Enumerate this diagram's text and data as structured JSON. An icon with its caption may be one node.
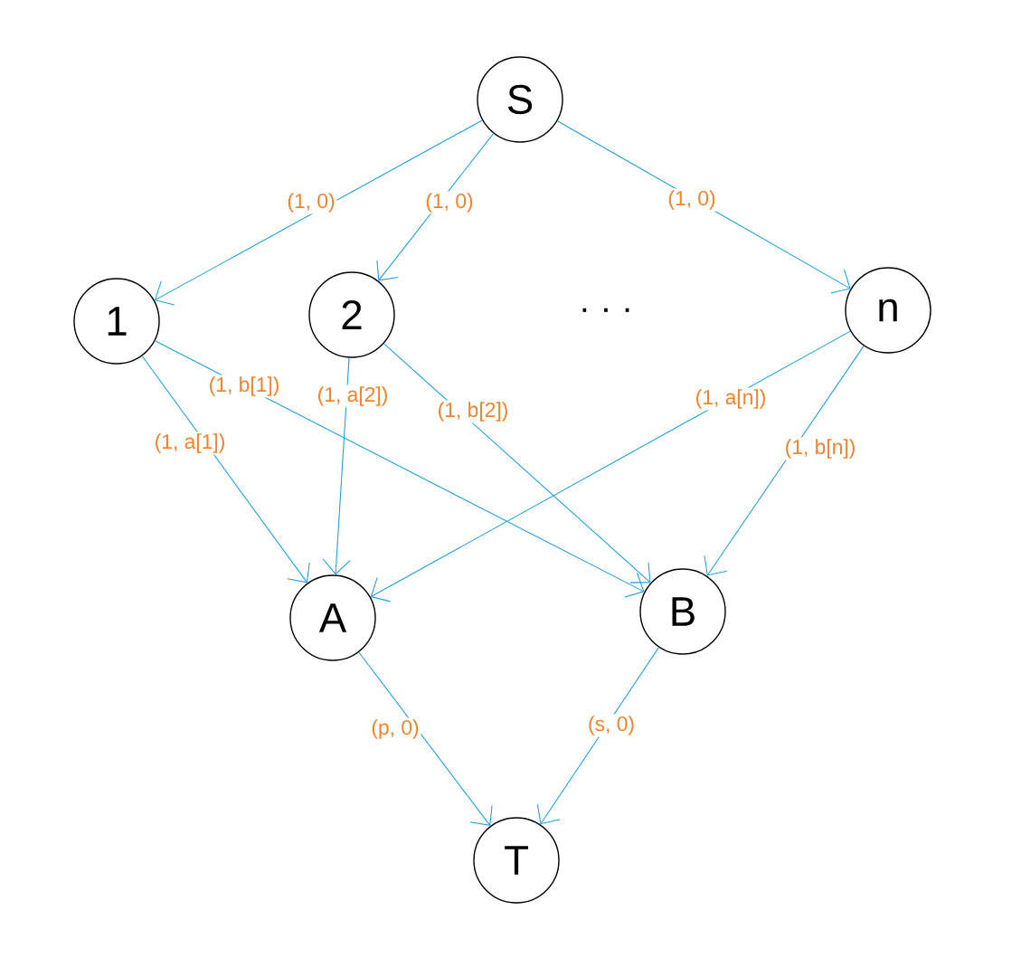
{
  "diagram": {
    "nodes": [
      {
        "text": [
          "S"
        ]
      },
      {
        "text": [
          "1"
        ]
      },
      {
        "text": [
          "2"
        ]
      },
      {
        "text": [
          "n"
        ]
      },
      {
        "text": [
          "A"
        ]
      },
      {
        "text": [
          "B"
        ]
      },
      {
        "text": [
          "T"
        ]
      }
    ],
    "edges": [
      {
        "from": 0,
        "to": 1,
        "arrow": "to",
        "label": "(1, 0)"
      },
      {
        "from": 0,
        "to": 2,
        "arrow": "to",
        "label": "(1, 0)"
      },
      {
        "from": 0,
        "to": 3,
        "arrow": "to",
        "label": "(1, 0)"
      },
      {
        "from": 1,
        "to": 4,
        "arrow": "to",
        "label": "(1, a[1])"
      },
      {
        "from": 1,
        "to": 5,
        "arrow": "to",
        "label": "(1, b[1])"
      },
      {
        "from": 2,
        "to": 4,
        "arrow": "to",
        "label": "(1, a[2])"
      },
      {
        "from": 2,
        "to": 5,
        "arrow": "to",
        "label": "(1, b[2])"
      },
      {
        "from": 3,
        "to": 4,
        "arrow": "to",
        "label": "(1, a[n])"
      },
      {
        "from": 3,
        "to": 5,
        "arrow": "to",
        "label": "(1, b[n])"
      },
      {
        "from": 4,
        "to": 6,
        "arrow": "to",
        "label": "(p, 0)"
      },
      {
        "from": 5,
        "to": 6,
        "arrow": "to",
        "label": "(s, 0)"
      }
    ],
    "labels": [
      "· · ·"
    ]
  }
}
